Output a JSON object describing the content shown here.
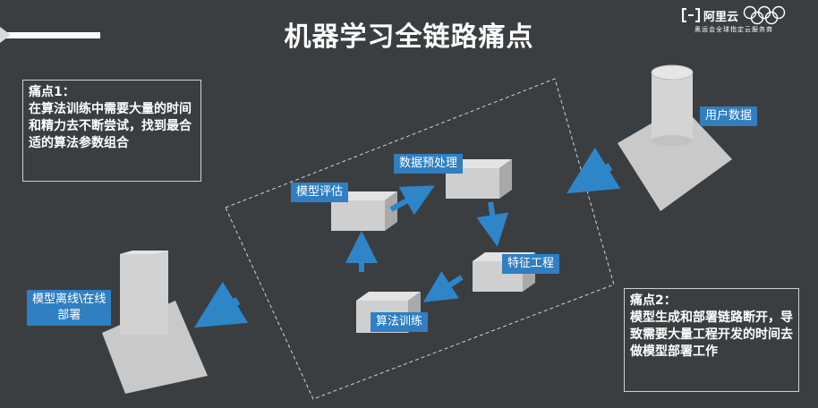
{
  "slide": {
    "title": "机器学习全链路痛点"
  },
  "brand": {
    "name": "阿里云",
    "subtitle": "奥运会全球指定云服务商",
    "logo_icon": "aliyun-logo-icon",
    "rings_icon": "olympic-rings-icon"
  },
  "pipeline": {
    "user_data": "用户数据",
    "preprocess": "数据预处理",
    "feature": "特征工程",
    "training": "算法训练",
    "evaluation": "模型评估",
    "deploy": "模型离线\\在线\n部署"
  },
  "pain_points": {
    "one": {
      "title": "痛点1：",
      "body": "在算法训练中需要大量的时间和精力去不断尝试，找到最合适的算法参数组合"
    },
    "two": {
      "title": "痛点2：",
      "body": "模型生成和部署链路断开，导致需要大量工程开发的时间去做模型部署工作"
    }
  },
  "colors": {
    "background": "#3b3e41",
    "label_blue": "#2f7fc1",
    "arrow_blue": "#2e86c8",
    "shape_gray": "#c8c8c8"
  }
}
